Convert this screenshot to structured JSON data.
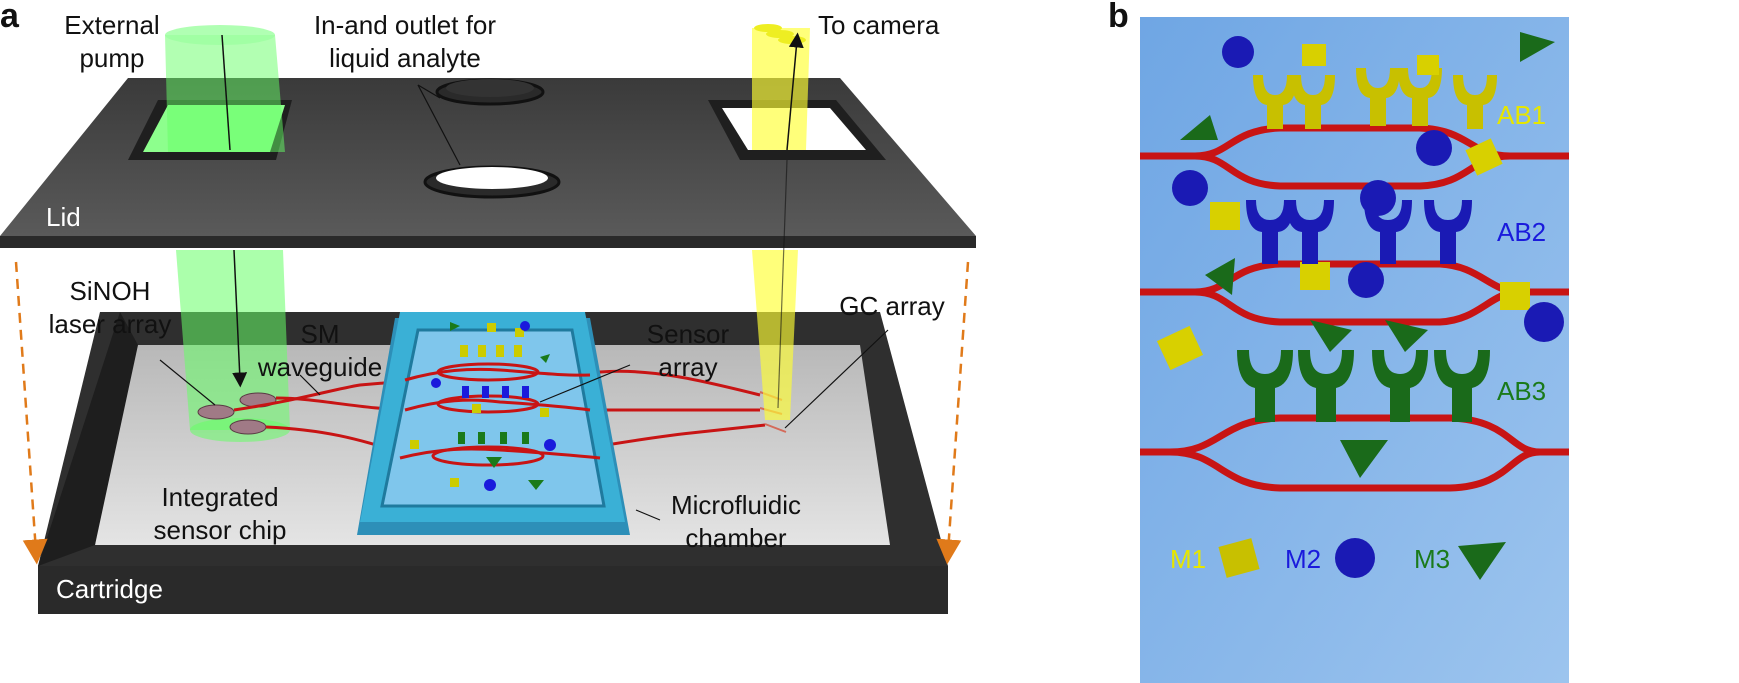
{
  "panels": {
    "a": "a",
    "b": "b"
  },
  "labels": {
    "external_pump_1": "External",
    "external_pump_2": "pump",
    "inlet_1": "In-and outlet for",
    "inlet_2": "liquid analyte",
    "to_camera": "To camera",
    "lid": "Lid",
    "cartridge": "Cartridge",
    "sinoh_1": "SiNOH",
    "sinoh_2": "laser array",
    "sm_1": "SM",
    "sm_2": "waveguide",
    "sensor_1": "Sensor",
    "sensor_2": "array",
    "gc_array": "GC array",
    "chip_1": "Integrated",
    "chip_2": "sensor chip",
    "micro_1": "Microfluidic",
    "micro_2": "chamber"
  },
  "panel_b": {
    "antibodies": [
      {
        "label": "AB1",
        "color": "#e6e600"
      },
      {
        "label": "AB2",
        "color": "#1a1adc"
      },
      {
        "label": "AB3",
        "color": "#1a7a1a"
      }
    ],
    "molecules": [
      {
        "label": "M1",
        "color": "#e6e600",
        "shape": "cube"
      },
      {
        "label": "M2",
        "color": "#1a1adc",
        "shape": "cylinder"
      },
      {
        "label": "M3",
        "color": "#1a7a1a",
        "shape": "triangle"
      }
    ],
    "background_color": "#86b4e6",
    "waveguide_color": "#c81414"
  },
  "colors": {
    "lid": "#444444",
    "pump_beam": "#66ff66",
    "camera_beam": "#ffff33",
    "chamber": "#3aa6cc",
    "dashed_arrow": "#e07a1a"
  }
}
